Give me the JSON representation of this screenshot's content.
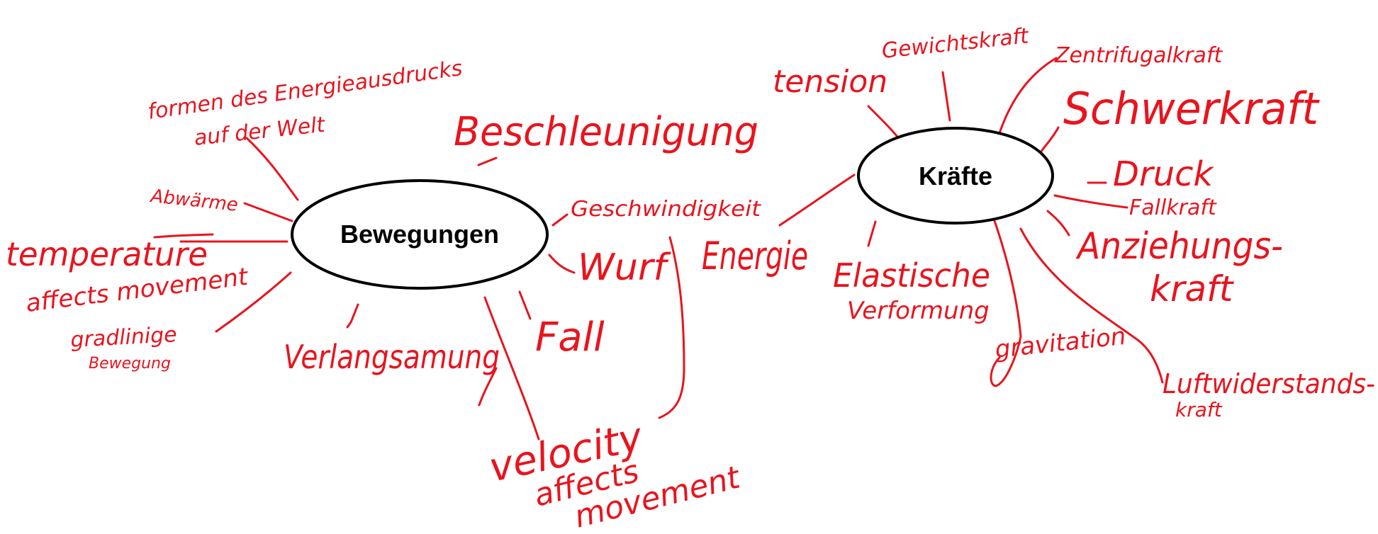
{
  "colors": {
    "ink": "#e8141e",
    "node_stroke": "#000000",
    "node_text": "#000000",
    "background": "#ffffff"
  },
  "nodes": {
    "bewegungen": "Bewegungen",
    "kraefte": "Kräfte"
  },
  "bewegungen_terms": {
    "formen_line1": "formen des Energieausdrucks",
    "formen_line2": "auf der Welt",
    "beschleunigung": "Beschleunigung",
    "abwaerme": "Abwärme",
    "temperature": "temperature",
    "affects_movement": "affects movement",
    "geradlinige": "gradlinige",
    "bewegung_small": "Bewegung",
    "verlangsamung": "Verlangsamung",
    "geschwindigkeit": "Geschwindigkeit",
    "wurf": "Wurf",
    "fall": "Fall",
    "velocity": "velocity",
    "velocity_affects": "affects",
    "velocity_movement": "movement"
  },
  "kraefte_terms": {
    "gewichtskraft": "Gewichtskraft",
    "zentrifugalkraft": "Zentrifugalkraft",
    "tension": "tension",
    "schwerkraft": "Schwerkraft",
    "druck": "Druck",
    "fallkraft": "Fallkraft",
    "anziehungs": "Anziehungs-",
    "kraft": "kraft",
    "energie": "Energie",
    "elastische": "Elastische",
    "verformung": "Verformung",
    "gravitation": "gravitation",
    "luftwiderstands": "Luftwiderstands-",
    "luft_kraft": "kraft"
  }
}
